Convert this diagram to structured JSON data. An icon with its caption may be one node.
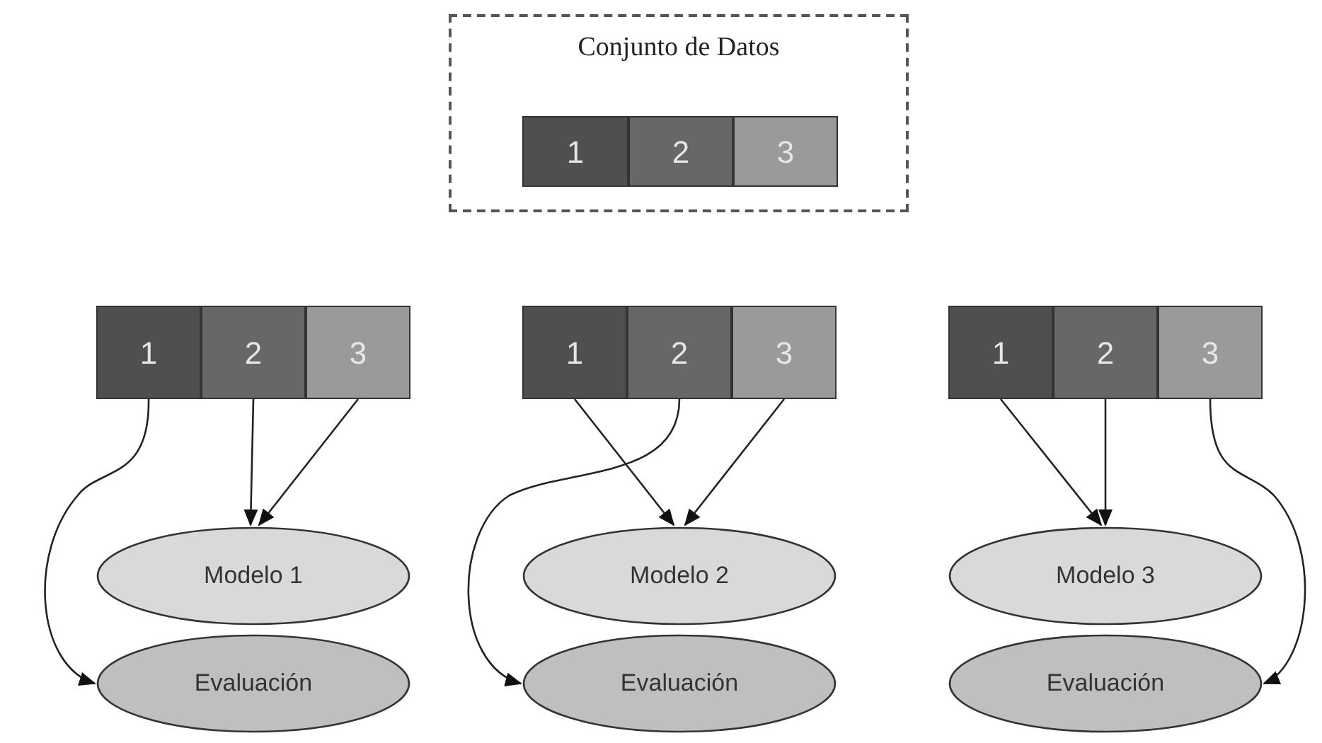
{
  "diagram": {
    "nodes": [
      {
        "text": [
          "Conjunto de Datos"
        ]
      },
      {
        "text": [
          "1"
        ],
        "in": 0
      },
      {
        "text": [
          "2"
        ],
        "in": 0
      },
      {
        "text": [
          "3"
        ],
        "in": 0
      },
      {
        "text": [
          "1"
        ]
      },
      {
        "text": [
          "2"
        ]
      },
      {
        "text": [
          "3"
        ]
      },
      {
        "text": [
          "Modelo 1"
        ]
      },
      {
        "text": [
          "Evaluación"
        ]
      },
      {
        "text": [
          "1"
        ]
      },
      {
        "text": [
          "2"
        ]
      },
      {
        "text": [
          "3"
        ]
      },
      {
        "text": [
          "Modelo 2"
        ]
      },
      {
        "text": [
          "Evaluación"
        ]
      },
      {
        "text": [
          "1"
        ]
      },
      {
        "text": [
          "2"
        ]
      },
      {
        "text": [
          "3"
        ]
      },
      {
        "text": [
          "Modelo 3"
        ]
      },
      {
        "text": [
          "Evaluación"
        ]
      }
    ],
    "edges": [
      {
        "from": 4,
        "to": 8,
        "arrow": "to"
      },
      {
        "from": 5,
        "to": 7,
        "arrow": "to"
      },
      {
        "from": 6,
        "to": 7,
        "arrow": "to"
      },
      {
        "from": 9,
        "to": 12,
        "arrow": "to"
      },
      {
        "from": 10,
        "to": 13,
        "arrow": "to"
      },
      {
        "from": 11,
        "to": 12,
        "arrow": "to"
      },
      {
        "from": 14,
        "to": 17,
        "arrow": "to"
      },
      {
        "from": 15,
        "to": 17,
        "arrow": "to"
      },
      {
        "from": 16,
        "to": 18,
        "arrow": "to"
      }
    ]
  }
}
